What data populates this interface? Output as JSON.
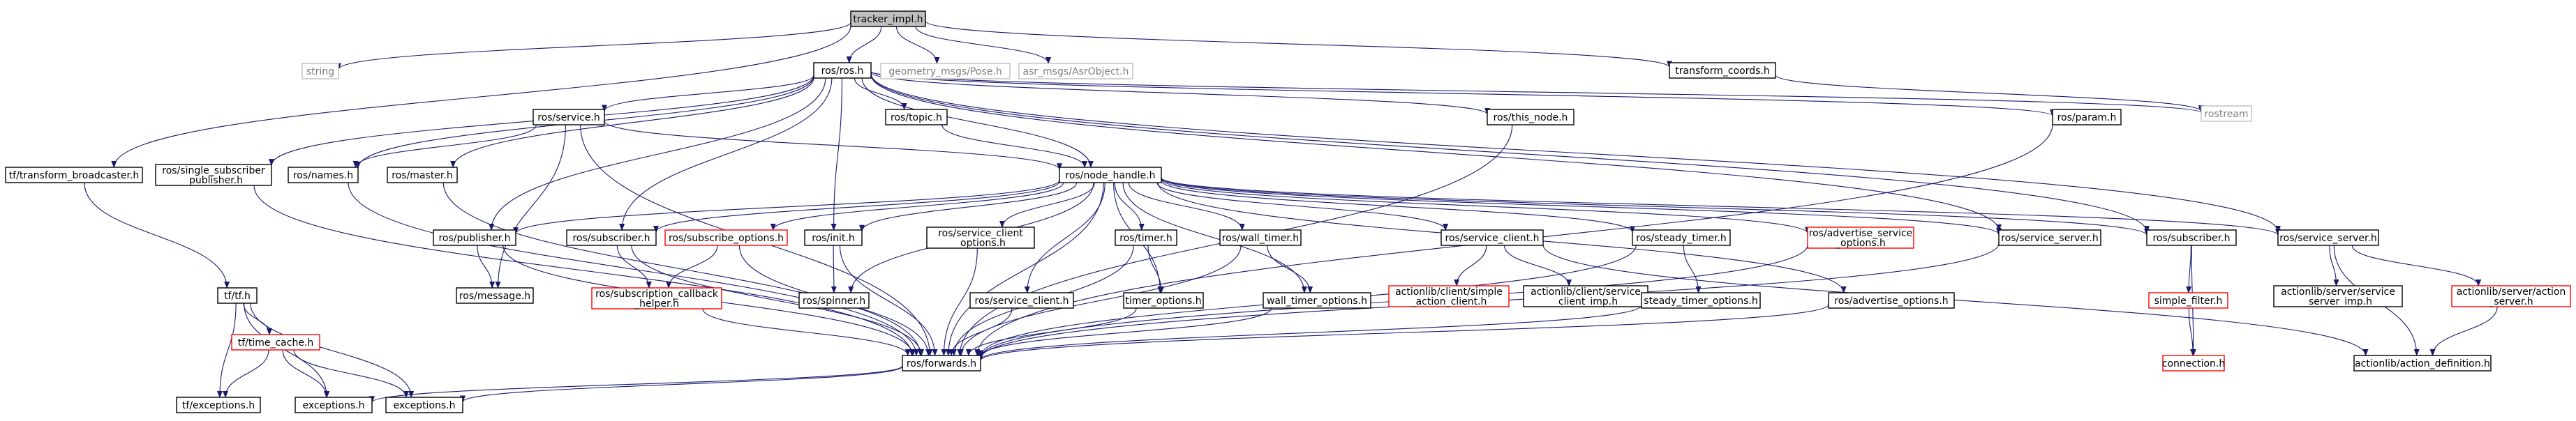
{
  "graph": {
    "colors": {
      "edge": "#191970",
      "root_fill": "#bfbfbf",
      "node_border": "#000000",
      "missing_border": "#ff0000",
      "external_border": "#bfbfbf",
      "text": "#000000",
      "external_text": "#7f7f7f"
    },
    "nodes": [
      {
        "id": "tracker",
        "lines": [
          "tracker_impl.h"
        ],
        "kind": "root"
      },
      {
        "id": "string",
        "lines": [
          "string"
        ],
        "kind": "external"
      },
      {
        "id": "ros",
        "lines": [
          "ros/ros.h"
        ],
        "kind": "normal"
      },
      {
        "id": "geom",
        "lines": [
          "geometry_msgs/Pose.h"
        ],
        "kind": "external"
      },
      {
        "id": "asr",
        "lines": [
          "asr_msgs/AsrObject.h"
        ],
        "kind": "external"
      },
      {
        "id": "tcoords",
        "lines": [
          "transform_coords.h"
        ],
        "kind": "normal"
      },
      {
        "id": "rostream",
        "lines": [
          "rostream"
        ],
        "kind": "external"
      },
      {
        "id": "tfbroad",
        "lines": [
          "tf/transform_broadcaster.h"
        ],
        "kind": "normal"
      },
      {
        "id": "singlesub",
        "lines": [
          "ros/single_subscriber",
          "_publisher.h"
        ],
        "kind": "normal"
      },
      {
        "id": "names",
        "lines": [
          "ros/names.h"
        ],
        "kind": "normal"
      },
      {
        "id": "service",
        "lines": [
          "ros/service.h"
        ],
        "kind": "normal"
      },
      {
        "id": "master",
        "lines": [
          "ros/master.h"
        ],
        "kind": "normal"
      },
      {
        "id": "topic",
        "lines": [
          "ros/topic.h"
        ],
        "kind": "normal"
      },
      {
        "id": "thisnode",
        "lines": [
          "ros/this_node.h"
        ],
        "kind": "normal"
      },
      {
        "id": "param",
        "lines": [
          "ros/param.h"
        ],
        "kind": "normal"
      },
      {
        "id": "nodehandle",
        "lines": [
          "ros/node_handle.h"
        ],
        "kind": "normal"
      },
      {
        "id": "publisher",
        "lines": [
          "ros/publisher.h"
        ],
        "kind": "normal"
      },
      {
        "id": "subscriber1",
        "lines": [
          "ros/subscriber.h"
        ],
        "kind": "normal"
      },
      {
        "id": "subopts",
        "lines": [
          "ros/subscribe_options.h"
        ],
        "kind": "missing"
      },
      {
        "id": "init",
        "lines": [
          "ros/init.h"
        ],
        "kind": "normal"
      },
      {
        "id": "svcclientopts",
        "lines": [
          "ros/service_client",
          "_options.h"
        ],
        "kind": "normal"
      },
      {
        "id": "timer",
        "lines": [
          "ros/timer.h"
        ],
        "kind": "normal"
      },
      {
        "id": "walltimer",
        "lines": [
          "ros/wall_timer.h"
        ],
        "kind": "normal"
      },
      {
        "id": "acsvcclient",
        "lines": [
          "ros/service_client.h"
        ],
        "kind": "normal"
      },
      {
        "id": "steadytimer",
        "lines": [
          "ros/steady_timer.h"
        ],
        "kind": "normal"
      },
      {
        "id": "advsvcopts",
        "lines": [
          "ros/advertise_service",
          "_options.h"
        ],
        "kind": "missing"
      },
      {
        "id": "svcserver1",
        "lines": [
          "ros/service_server.h"
        ],
        "kind": "normal"
      },
      {
        "id": "subscriber2",
        "lines": [
          "ros/subscriber.h"
        ],
        "kind": "normal"
      },
      {
        "id": "svcserver2",
        "lines": [
          "ros/service_server.h"
        ],
        "kind": "normal"
      },
      {
        "id": "tftf",
        "lines": [
          "tf/tf.h"
        ],
        "kind": "normal"
      },
      {
        "id": "message",
        "lines": [
          "ros/message.h"
        ],
        "kind": "normal"
      },
      {
        "id": "subcbhelper",
        "lines": [
          "ros/subscription_callback",
          "_helper.h"
        ],
        "kind": "missing"
      },
      {
        "id": "spinner",
        "lines": [
          "ros/spinner.h"
        ],
        "kind": "normal"
      },
      {
        "id": "svcclient",
        "lines": [
          "ros/service_client.h"
        ],
        "kind": "normal"
      },
      {
        "id": "timeropts",
        "lines": [
          "timer_options.h"
        ],
        "kind": "normal"
      },
      {
        "id": "walltimeropts",
        "lines": [
          "wall_timer_options.h"
        ],
        "kind": "normal"
      },
      {
        "id": "acsimple",
        "lines": [
          "actionlib/client/simple",
          "_action_client.h"
        ],
        "kind": "missing"
      },
      {
        "id": "acsvcimp",
        "lines": [
          "actionlib/client/service",
          "_client_imp.h"
        ],
        "kind": "normal"
      },
      {
        "id": "steadyopts",
        "lines": [
          "steady_timer_options.h"
        ],
        "kind": "normal"
      },
      {
        "id": "advopts",
        "lines": [
          "ros/advertise_options.h"
        ],
        "kind": "normal"
      },
      {
        "id": "simplefilter",
        "lines": [
          "simple_filter.h"
        ],
        "kind": "missing"
      },
      {
        "id": "assrvimp",
        "lines": [
          "actionlib/server/service",
          "_server_imp.h"
        ],
        "kind": "normal"
      },
      {
        "id": "asaction",
        "lines": [
          "actionlib/server/action",
          "_server.h"
        ],
        "kind": "missing"
      },
      {
        "id": "timecache",
        "lines": [
          "tf/time_cache.h"
        ],
        "kind": "missing"
      },
      {
        "id": "forwards",
        "lines": [
          "ros/forwards.h"
        ],
        "kind": "normal"
      },
      {
        "id": "connection",
        "lines": [
          "connection.h"
        ],
        "kind": "missing"
      },
      {
        "id": "actiondef",
        "lines": [
          "actionlib/action_definition.h"
        ],
        "kind": "normal"
      },
      {
        "id": "tfexc",
        "lines": [
          "tf/exceptions.h"
        ],
        "kind": "normal"
      },
      {
        "id": "exc1",
        "lines": [
          "exceptions.h"
        ],
        "kind": "normal"
      },
      {
        "id": "exc2",
        "lines": [
          "exceptions.h"
        ],
        "kind": "normal"
      }
    ],
    "edges": [
      [
        "tracker",
        "string"
      ],
      [
        "tracker",
        "ros"
      ],
      [
        "tracker",
        "geom"
      ],
      [
        "tracker",
        "asr"
      ],
      [
        "tracker",
        "tcoords"
      ],
      [
        "tracker",
        "tfbroad"
      ],
      [
        "tcoords",
        "rostream"
      ],
      [
        "ros",
        "singlesub"
      ],
      [
        "ros",
        "names"
      ],
      [
        "ros",
        "service"
      ],
      [
        "ros",
        "master"
      ],
      [
        "ros",
        "topic"
      ],
      [
        "ros",
        "thisnode"
      ],
      [
        "ros",
        "param"
      ],
      [
        "ros",
        "nodehandle"
      ],
      [
        "ros",
        "publisher"
      ],
      [
        "ros",
        "subscriber1"
      ],
      [
        "ros",
        "init"
      ],
      [
        "ros",
        "svcserver1"
      ],
      [
        "ros",
        "subscriber2"
      ],
      [
        "ros",
        "svcserver2"
      ],
      [
        "ros",
        "rostream"
      ],
      [
        "service",
        "names"
      ],
      [
        "service",
        "nodehandle"
      ],
      [
        "service",
        "forwards"
      ],
      [
        "service",
        "message"
      ],
      [
        "topic",
        "nodehandle"
      ],
      [
        "thisnode",
        "forwards"
      ],
      [
        "param",
        "forwards"
      ],
      [
        "tfbroad",
        "tftf"
      ],
      [
        "singlesub",
        "forwards"
      ],
      [
        "names",
        "forwards"
      ],
      [
        "master",
        "forwards"
      ],
      [
        "nodehandle",
        "publisher"
      ],
      [
        "nodehandle",
        "subscriber1"
      ],
      [
        "nodehandle",
        "subopts"
      ],
      [
        "nodehandle",
        "init"
      ],
      [
        "nodehandle",
        "spinner"
      ],
      [
        "nodehandle",
        "svcclientopts"
      ],
      [
        "nodehandle",
        "svcclient"
      ],
      [
        "nodehandle",
        "timer"
      ],
      [
        "nodehandle",
        "timeropts"
      ],
      [
        "nodehandle",
        "walltimer"
      ],
      [
        "nodehandle",
        "walltimeropts"
      ],
      [
        "nodehandle",
        "acsvcclient"
      ],
      [
        "nodehandle",
        "steadytimer"
      ],
      [
        "nodehandle",
        "advsvcopts"
      ],
      [
        "nodehandle",
        "advopts"
      ],
      [
        "nodehandle",
        "svcserver1"
      ],
      [
        "nodehandle",
        "subscriber2"
      ],
      [
        "nodehandle",
        "svcserver2"
      ],
      [
        "nodehandle",
        "forwards"
      ],
      [
        "publisher",
        "message"
      ],
      [
        "publisher",
        "forwards"
      ],
      [
        "subscriber1",
        "subcbhelper"
      ],
      [
        "subscriber1",
        "forwards"
      ],
      [
        "subopts",
        "subcbhelper"
      ],
      [
        "subopts",
        "forwards"
      ],
      [
        "init",
        "spinner"
      ],
      [
        "init",
        "forwards"
      ],
      [
        "svcclientopts",
        "forwards"
      ],
      [
        "svcclient",
        "forwards"
      ],
      [
        "timer",
        "timeropts"
      ],
      [
        "timer",
        "forwards"
      ],
      [
        "walltimer",
        "walltimeropts"
      ],
      [
        "walltimer",
        "forwards"
      ],
      [
        "timeropts",
        "forwards"
      ],
      [
        "walltimeropts",
        "forwards"
      ],
      [
        "acsvcclient",
        "acsimple"
      ],
      [
        "acsvcclient",
        "acsvcimp"
      ],
      [
        "acsvcclient",
        "actiondef"
      ],
      [
        "steadytimer",
        "steadyopts"
      ],
      [
        "steadytimer",
        "forwards"
      ],
      [
        "steadyopts",
        "forwards"
      ],
      [
        "advsvcopts",
        "forwards"
      ],
      [
        "advopts",
        "forwards"
      ],
      [
        "svcserver1",
        "forwards"
      ],
      [
        "subscriber2",
        "simplefilter"
      ],
      [
        "subscriber2",
        "connection"
      ],
      [
        "simplefilter",
        "connection"
      ],
      [
        "svcserver2",
        "assrvimp"
      ],
      [
        "svcserver2",
        "asaction"
      ],
      [
        "svcserver2",
        "actiondef"
      ],
      [
        "asaction",
        "actiondef"
      ],
      [
        "subcbhelper",
        "forwards"
      ],
      [
        "tftf",
        "timecache"
      ],
      [
        "tftf",
        "tfexc"
      ],
      [
        "tftf",
        "exc1"
      ],
      [
        "tftf",
        "exc2"
      ],
      [
        "timecache",
        "tfexc"
      ],
      [
        "timecache",
        "exc1"
      ],
      [
        "timecache",
        "exc2"
      ],
      [
        "forwards",
        "exc1"
      ],
      [
        "forwards",
        "exc2"
      ]
    ]
  }
}
